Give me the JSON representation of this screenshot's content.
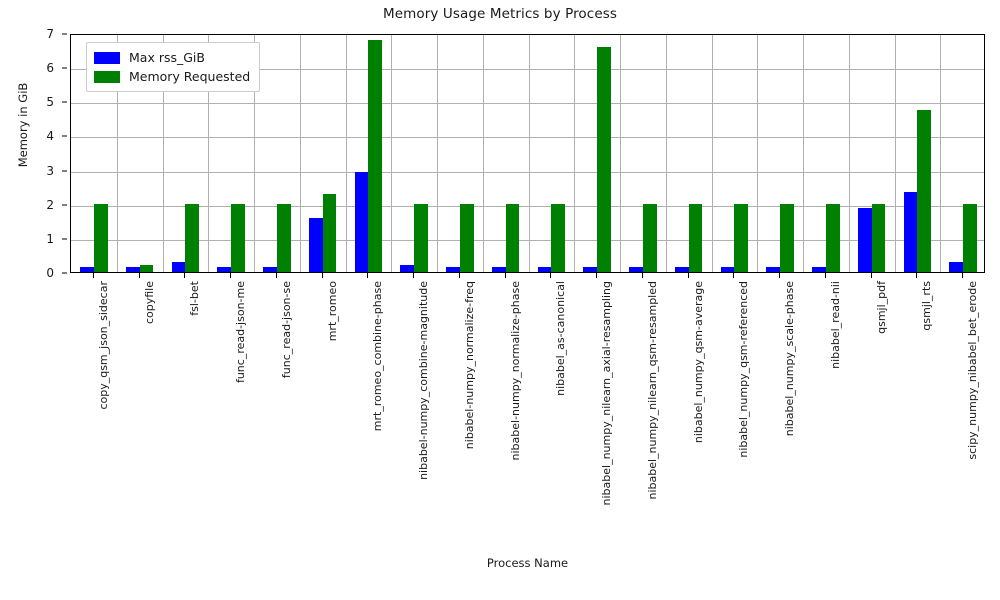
{
  "chart_data": {
    "type": "bar",
    "title": "Memory Usage Metrics by Process",
    "xlabel": "Process Name",
    "ylabel": "Memory in GiB",
    "ylim": [
      0,
      7
    ],
    "yticks": [
      0,
      1,
      2,
      3,
      4,
      5,
      6,
      7
    ],
    "grid": true,
    "legend_position": "upper left",
    "categories": [
      "copy_qsm_json_sidecar",
      "copyfile",
      "fsl-bet",
      "func_read-json-me",
      "func_read-json-se",
      "mrt_romeo",
      "mrt_romeo_combine-phase",
      "nibabel-numpy_combine-magnitude",
      "nibabel-numpy_normalize-freq",
      "nibabel-numpy_normalize-phase",
      "nibabel_as-canonical",
      "nibabel_numpy_nilearn_axial-resampling",
      "nibabel_numpy_nilearn_qsm-resampled",
      "nibabel_numpy_qsm-average",
      "nibabel_numpy_qsm-referenced",
      "nibabel_numpy_scale-phase",
      "nibabel_read-nii",
      "qsmjl_pdf",
      "qsmjl_rts",
      "scipy_numpy_nibabel_bet_erode"
    ],
    "series": [
      {
        "name": "Max rss_GiB",
        "color": "#0000ff",
        "values": [
          0.16,
          0.16,
          0.3,
          0.16,
          0.16,
          1.58,
          2.92,
          0.22,
          0.16,
          0.16,
          0.16,
          0.16,
          0.15,
          0.15,
          0.15,
          0.15,
          0.15,
          1.88,
          2.33,
          0.3
        ]
      },
      {
        "name": "Memory Requested",
        "color": "#008000",
        "values": [
          2.0,
          0.22,
          2.0,
          2.0,
          2.0,
          2.28,
          6.8,
          2.0,
          2.0,
          2.0,
          2.0,
          6.58,
          2.0,
          2.0,
          2.0,
          2.0,
          2.0,
          2.0,
          4.75,
          2.0
        ]
      }
    ]
  },
  "legend": {
    "entries": [
      {
        "label": "Max rss_GiB",
        "color": "#0000ff"
      },
      {
        "label": "Memory Requested",
        "color": "#008000"
      }
    ]
  }
}
